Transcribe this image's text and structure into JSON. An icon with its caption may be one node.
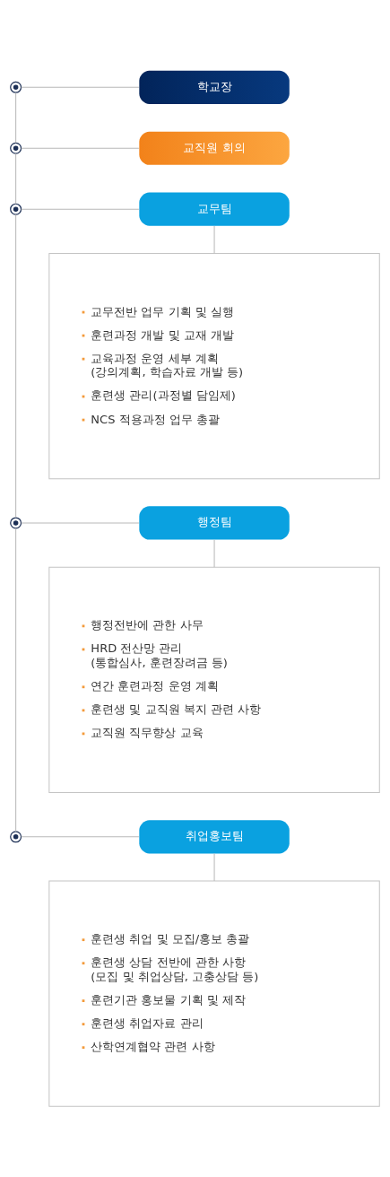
{
  "diagram": {
    "nodes": [
      {
        "text": [],
        "shape": "circle"
      },
      {
        "text": [
          "학교장"
        ]
      },
      {
        "text": [],
        "shape": "circle"
      },
      {
        "text": [
          "교직원 회의"
        ]
      },
      {
        "text": [],
        "shape": "circle"
      },
      {
        "text": [
          "교무팀"
        ]
      },
      {
        "text": [
          "교무전반 업무 기획 및 실행",
          "훈련과정 개발 및 교재 개발",
          "교육과정 운영 세부 계획 (강의계획, 학습자료 개발 등)",
          "훈련생 관리(과정별 담임제)",
          "NCS 적용과정 업무 총괄"
        ]
      },
      {
        "text": [],
        "shape": "circle"
      },
      {
        "text": [
          "행정팀"
        ]
      },
      {
        "text": [
          "행정전반에 관한 사무",
          "HRD 전산망 관리 (통합심사, 훈련장려금 등)",
          "연간 훈련과정 운영 계획",
          "훈련생 및 교직원 복지 관련 사항",
          "교직원 직무향상 교육"
        ]
      },
      {
        "text": [],
        "shape": "circle"
      },
      {
        "text": [
          "취업홍보팀"
        ]
      },
      {
        "text": [
          "훈련생 취업 및 모집/홍보 총괄",
          "훈련생 상담 전반에 관한 사항 (모집 및 취업상담, 고충상담 등)",
          "훈련기관 홍보물 기획 및 제작",
          "훈련생 취업자료 관리",
          "산학연계협약 관련 사항"
        ]
      }
    ],
    "edges": [
      {
        "from": 0,
        "to": 1,
        "arrow": "none"
      },
      {
        "from": 0,
        "to": 2,
        "arrow": "none"
      },
      {
        "from": 2,
        "to": 3,
        "arrow": "none"
      },
      {
        "from": 2,
        "to": 4,
        "arrow": "none"
      },
      {
        "from": 4,
        "to": 5,
        "arrow": "none"
      },
      {
        "from": 5,
        "to": 6,
        "arrow": "none"
      },
      {
        "from": 4,
        "to": 7,
        "arrow": "none"
      },
      {
        "from": 7,
        "to": 8,
        "arrow": "none"
      },
      {
        "from": 8,
        "to": 9,
        "arrow": "none"
      },
      {
        "from": 7,
        "to": 10,
        "arrow": "none"
      },
      {
        "from": 10,
        "to": 11,
        "arrow": "none"
      },
      {
        "from": 11,
        "to": 12,
        "arrow": "none"
      }
    ]
  }
}
